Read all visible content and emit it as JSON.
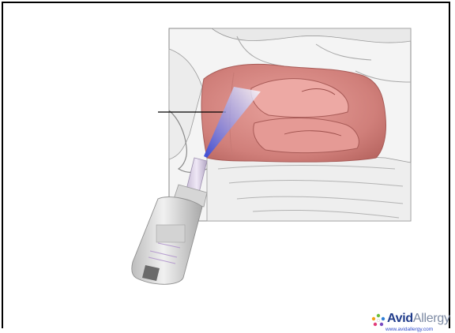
{
  "logo": {
    "brand_bold": "Avid",
    "brand_light": "Allergy",
    "url": "www.avidallergy.com",
    "colors": {
      "bold": "#1f3b8a",
      "light": "#7d8aa3",
      "url": "#2a47c9"
    }
  },
  "illustration": {
    "subject": "nasal-cavity-cross-section",
    "colors": {
      "mucosa": "#d98a86",
      "bone": "#f2f2f2",
      "spray_mist": "#5b6ee6",
      "bottle_body": "#dcdcdc",
      "bottle_label": "#d0d0d0"
    }
  }
}
